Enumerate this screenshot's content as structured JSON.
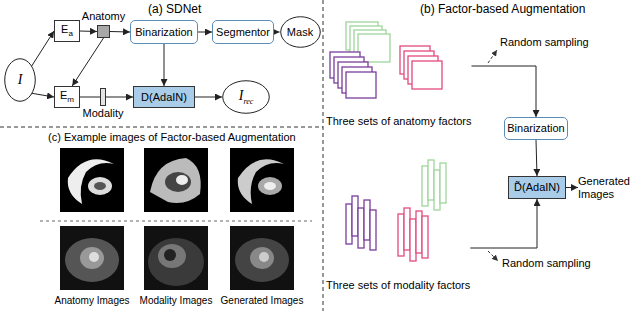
{
  "diagram": {
    "nodes": [
      {
        "text": [
          "I"
        ]
      },
      {
        "text": [
          "Ea"
        ]
      },
      {
        "text": [
          "Anatomy"
        ]
      },
      {
        "text": [
          "Binarization"
        ]
      },
      {
        "text": [
          "Segmentor"
        ]
      },
      {
        "text": [
          "Mask"
        ]
      },
      {
        "text": [
          "Em"
        ]
      },
      {
        "text": [
          "Modality"
        ]
      },
      {
        "text": [
          "D(AdaIN)"
        ]
      },
      {
        "text": [
          "Irec"
        ]
      },
      {
        "text": [
          "Three sets of anatomy factors"
        ]
      },
      {
        "text": [
          "Binarization"
        ]
      },
      {
        "text": [
          "Three sets of modality factors"
        ]
      },
      {
        "text": [
          "D̃(AdaIN)"
        ]
      },
      {
        "text": [
          "Generated Images"
        ]
      }
    ],
    "edges": [
      {
        "from": 0,
        "to": 1,
        "arrow": "to"
      },
      {
        "from": 0,
        "to": 6,
        "arrow": "to"
      },
      {
        "from": 1,
        "to": 2,
        "arrow": "to"
      },
      {
        "from": 2,
        "to": 3,
        "arrow": "to"
      },
      {
        "from": 3,
        "to": 4,
        "arrow": "to"
      },
      {
        "from": 4,
        "to": 5,
        "arrow": "to"
      },
      {
        "from": 2,
        "to": 6,
        "arrow": "to"
      },
      {
        "from": 6,
        "to": 7,
        "arrow": "none"
      },
      {
        "from": 7,
        "to": 8,
        "arrow": "to"
      },
      {
        "from": 3,
        "to": 8,
        "arrow": "to"
      },
      {
        "from": 8,
        "to": 9,
        "arrow": "to"
      },
      {
        "from": 10,
        "to": 11,
        "arrow": "to"
      },
      {
        "from": 12,
        "to": 13,
        "arrow": "to"
      },
      {
        "from": 11,
        "to": 13,
        "arrow": "to"
      },
      {
        "from": 13,
        "to": 14,
        "arrow": "to"
      }
    ],
    "labels": [
      "(a) SDNet",
      "(b) Factor-based Augmentation",
      "(c) Example images of Factor-based Augmentation",
      "Random sampling",
      "Random sampling",
      "Anatomy Images",
      "Modality Images",
      "Generated Images"
    ]
  }
}
